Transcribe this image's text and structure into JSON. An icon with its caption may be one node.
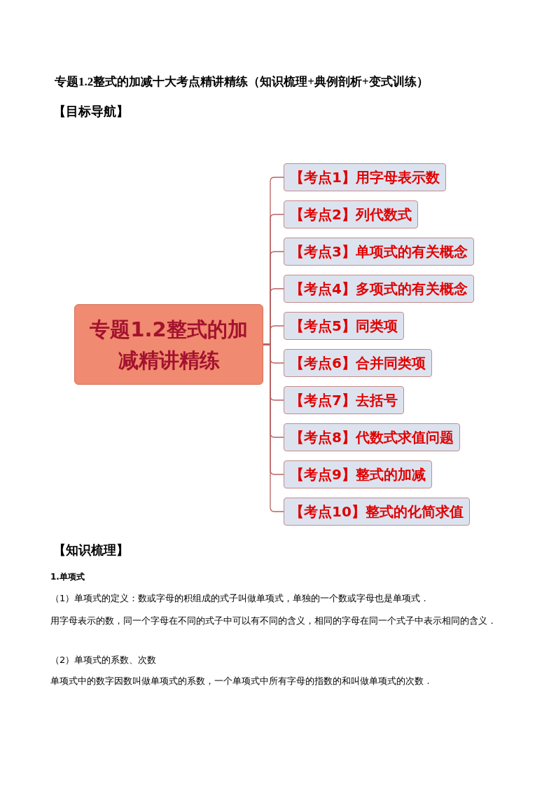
{
  "diagram": {
    "title": "专题1.2整式的加减十大考点精讲精练（知识梳理+典例剖析+变式训练）",
    "nodes": [
      {
        "text": [
          "专题1.2整式的加减精讲精练"
        ]
      },
      {
        "text": [
          "【考点1】用字母表示数"
        ]
      },
      {
        "text": [
          "【考点2】列代数式"
        ]
      },
      {
        "text": [
          "【考点3】单项式的有关概念"
        ]
      },
      {
        "text": [
          "【考点4】多项式的有关概念"
        ]
      },
      {
        "text": [
          "【考点5】同类项"
        ]
      },
      {
        "text": [
          "【考点6】合并同类项"
        ]
      },
      {
        "text": [
          "【考点7】去括号"
        ]
      },
      {
        "text": [
          "【考点8】代数式求值问题"
        ]
      },
      {
        "text": [
          "【考点9】整式的加减"
        ]
      },
      {
        "text": [
          "【考点10】整式的化简求值"
        ]
      }
    ],
    "edges": [
      {
        "from": 0,
        "to": 1,
        "arrow": "none"
      },
      {
        "from": 0,
        "to": 2,
        "arrow": "none"
      },
      {
        "from": 0,
        "to": 3,
        "arrow": "none"
      },
      {
        "from": 0,
        "to": 4,
        "arrow": "none"
      },
      {
        "from": 0,
        "to": 5,
        "arrow": "none"
      },
      {
        "from": 0,
        "to": 6,
        "arrow": "none"
      },
      {
        "from": 0,
        "to": 7,
        "arrow": "none"
      },
      {
        "from": 0,
        "to": 8,
        "arrow": "none"
      },
      {
        "from": 0,
        "to": 9,
        "arrow": "none"
      },
      {
        "from": 0,
        "to": 10,
        "arrow": "none"
      }
    ],
    "labels": [
      "【目标导航】",
      "【知识梳理】",
      "1.单项式",
      "（1）单项式的定义：数或字母的积组成的式子叫做单项式，单独的一个数或字母也是单项式．",
      "用字母表示的数，同一个字母在不同的式子中可以有不同的含义，相同的字母在同一个式子中表示相同的含义．",
      "（2）单项式的系数、次数",
      "单项式中的数字因数叫做单项式的系数，一个单项式中所有字母的指数的和叫做单项式的次数．"
    ]
  }
}
